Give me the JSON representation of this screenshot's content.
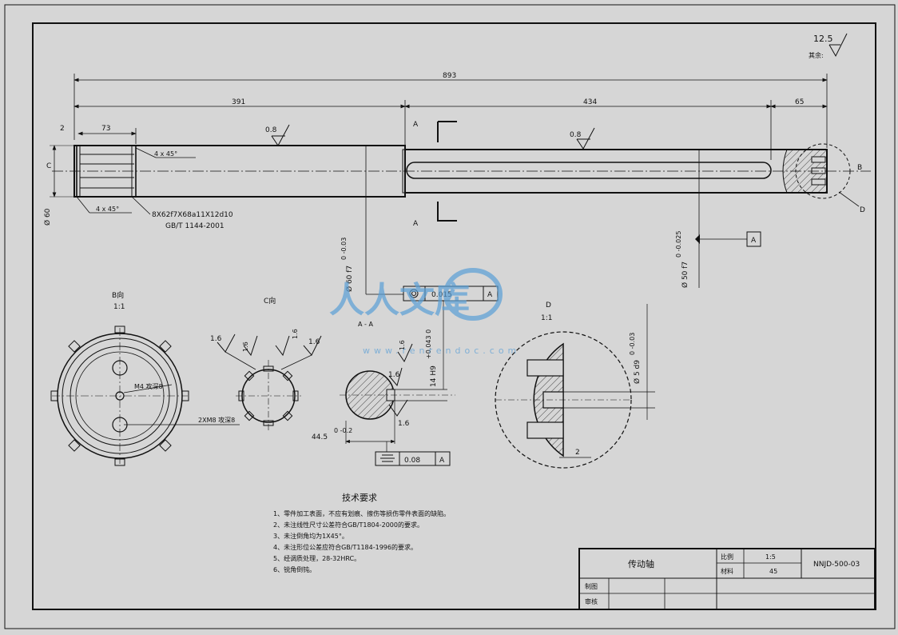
{
  "drawing": {
    "roughness": {
      "general": "12.5",
      "rest_label": "其余:"
    },
    "dimensions": {
      "overall_length": "893",
      "left_section": "391",
      "right_section": "434",
      "end_section": "65",
      "spline_length": "73",
      "offset": "2",
      "roughness_mid1": "0.8",
      "roughness_mid2": "0.8",
      "chamfer_top": "4 x 45°",
      "chamfer_bottom": "4 x 45°",
      "spline_spec": "8X62f7X68a11X12d10",
      "spline_std": "GB/T 1144-2001",
      "dia_60": "Ø 60",
      "dia_60f7": "Ø 60 f7",
      "tol_60f7": "0  -0.03",
      "dia_50f7": "Ø 50 f7",
      "tol_50f7": "0  -0.025",
      "datum_a_box": "A",
      "runout_value": "0.015",
      "runout_datum": "A",
      "label_c": "C",
      "label_b": "B",
      "label_d": "D",
      "section_a_top": "A",
      "section_a_bottom": "A"
    },
    "views": {
      "b_view_title": "B向",
      "b_view_scale": "1:1",
      "b_view_note_m4": "M4 攻深8",
      "b_view_note_m8": "2XM8 攻深8",
      "c_view_title": "C向",
      "c_rough_1": "1.6",
      "c_rough_2": "1.6",
      "c_rough_3": "1.6",
      "c_rough_4": "1.6",
      "aa_title": "A - A",
      "aa_rough_1": "1.6",
      "aa_rough_2": "1.6",
      "aa_rough_3": "1.6",
      "aa_keyway": "14 H9",
      "aa_keyway_tol": "+0.043  0",
      "aa_depth": "44.5",
      "aa_depth_tol": "0  -0.2",
      "aa_symmetry_value": "0.08",
      "aa_symmetry_datum": "A",
      "d_title": "D",
      "d_scale": "1:1",
      "d_dia": "Ø 5 d9",
      "d_tol": "0  -0.03",
      "d_dim": "2"
    },
    "tech_requirements": {
      "title": "技术要求",
      "items": [
        "1、零件加工表面，不应有划痕、擦伤等损伤零件表面的缺陷。",
        "2、未注线性尺寸公差符合GB/T1804-2000的要求。",
        "3、未注倒角均为1X45°。",
        "4、未注形位公差应符合GB/T1184-1996的要求。",
        "5、经调质处理，28-32HRC。",
        "6、锐角倒钝。"
      ]
    },
    "title_block": {
      "part_name": "传动轴",
      "scale_label": "比例",
      "scale_value": "1:5",
      "material_label": "材料",
      "material_value": "45",
      "drawing_no": "NNJD-500-03",
      "drawn_label": "制图",
      "checked_label": "审核"
    },
    "watermark": {
      "brand": "人人文库",
      "url": "www.renrendoc.com"
    }
  },
  "colors": {
    "paper": "#d6d6d6",
    "line": "#111111",
    "accent_red": "#cc0000",
    "watermark": "#5a9fd6"
  }
}
